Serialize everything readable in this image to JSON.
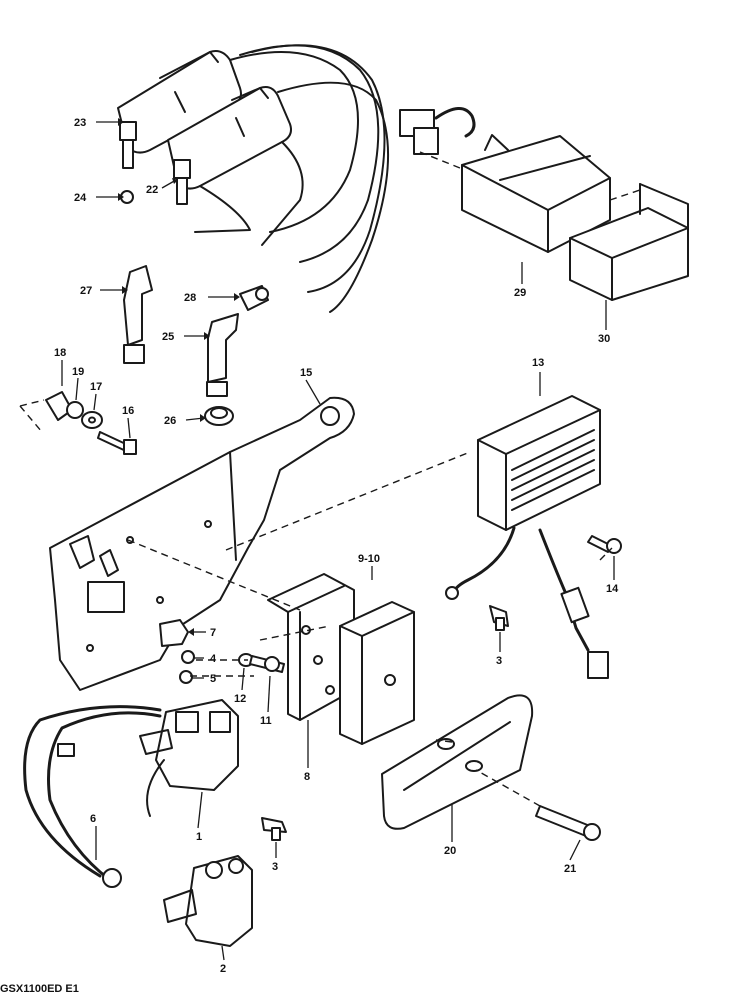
{
  "diagram": {
    "caption": "GSX1100ED E1",
    "callouts": {
      "c1": "1",
      "c2": "2",
      "c3a": "3",
      "c3b": "3",
      "c4": "4",
      "c5": "5",
      "c6": "6",
      "c7": "7",
      "c8": "8",
      "c9_10": "9-10",
      "c11": "11",
      "c12": "12",
      "c13": "13",
      "c14": "14",
      "c15": "15",
      "c16": "16",
      "c17": "17",
      "c18": "18",
      "c19": "19",
      "c20": "20",
      "c21": "21",
      "c22": "22",
      "c23": "23",
      "c24": "24",
      "c25": "25",
      "c26": "26",
      "c27": "27",
      "c28": "28",
      "c29": "29",
      "c30": "30"
    }
  }
}
